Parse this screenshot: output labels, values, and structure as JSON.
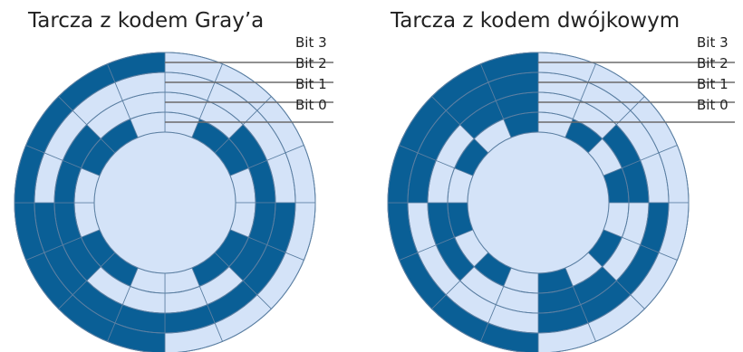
{
  "colors": {
    "dark": "#0a5f96",
    "light": "#d4e3f8",
    "stroke": "#5b7fa2",
    "leader": "#6b6b6b",
    "text": "#222222"
  },
  "disks": [
    {
      "title": "Tarcza z kodem Gray’a",
      "code": "gray",
      "bits": [
        {
          "label": "Bit 3",
          "bit": 3
        },
        {
          "label": "Bit 2",
          "bit": 2
        },
        {
          "label": "Bit 1",
          "bit": 1
        },
        {
          "label": "Bit 0",
          "bit": 0
        }
      ]
    },
    {
      "title": "Tarcza z kodem dwójkowym",
      "code": "binary",
      "bits": [
        {
          "label": "Bit 3",
          "bit": 3
        },
        {
          "label": "Bit 2",
          "bit": 2
        },
        {
          "label": "Bit 1",
          "bit": 1
        },
        {
          "label": "Bit 0",
          "bit": 0
        }
      ]
    }
  ]
}
